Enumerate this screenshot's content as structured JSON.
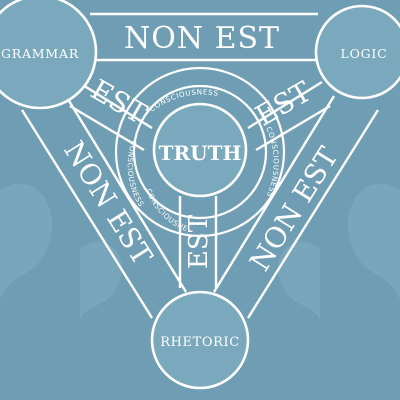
{
  "diagram": {
    "center_label": "TRUTH",
    "nodes": {
      "top_left": "GRAMMAR",
      "top_right": "LOGIC",
      "bottom": "RHETORIC"
    },
    "outer_edges": {
      "top": "NON EST",
      "left": "NON EST",
      "right": "NON EST"
    },
    "inner_spokes": {
      "left": "EST",
      "right": "EST",
      "bottom": "EST"
    },
    "ring_labels": {
      "top": "CONSCIOUSNESS",
      "right": "CONSCIOUSNESS",
      "left": "CONSCIOUSNESS",
      "bottom_left": "CONSCIOUSNESS"
    },
    "colors": {
      "background": "#6f9eb4",
      "lines": "#ffffff"
    }
  }
}
